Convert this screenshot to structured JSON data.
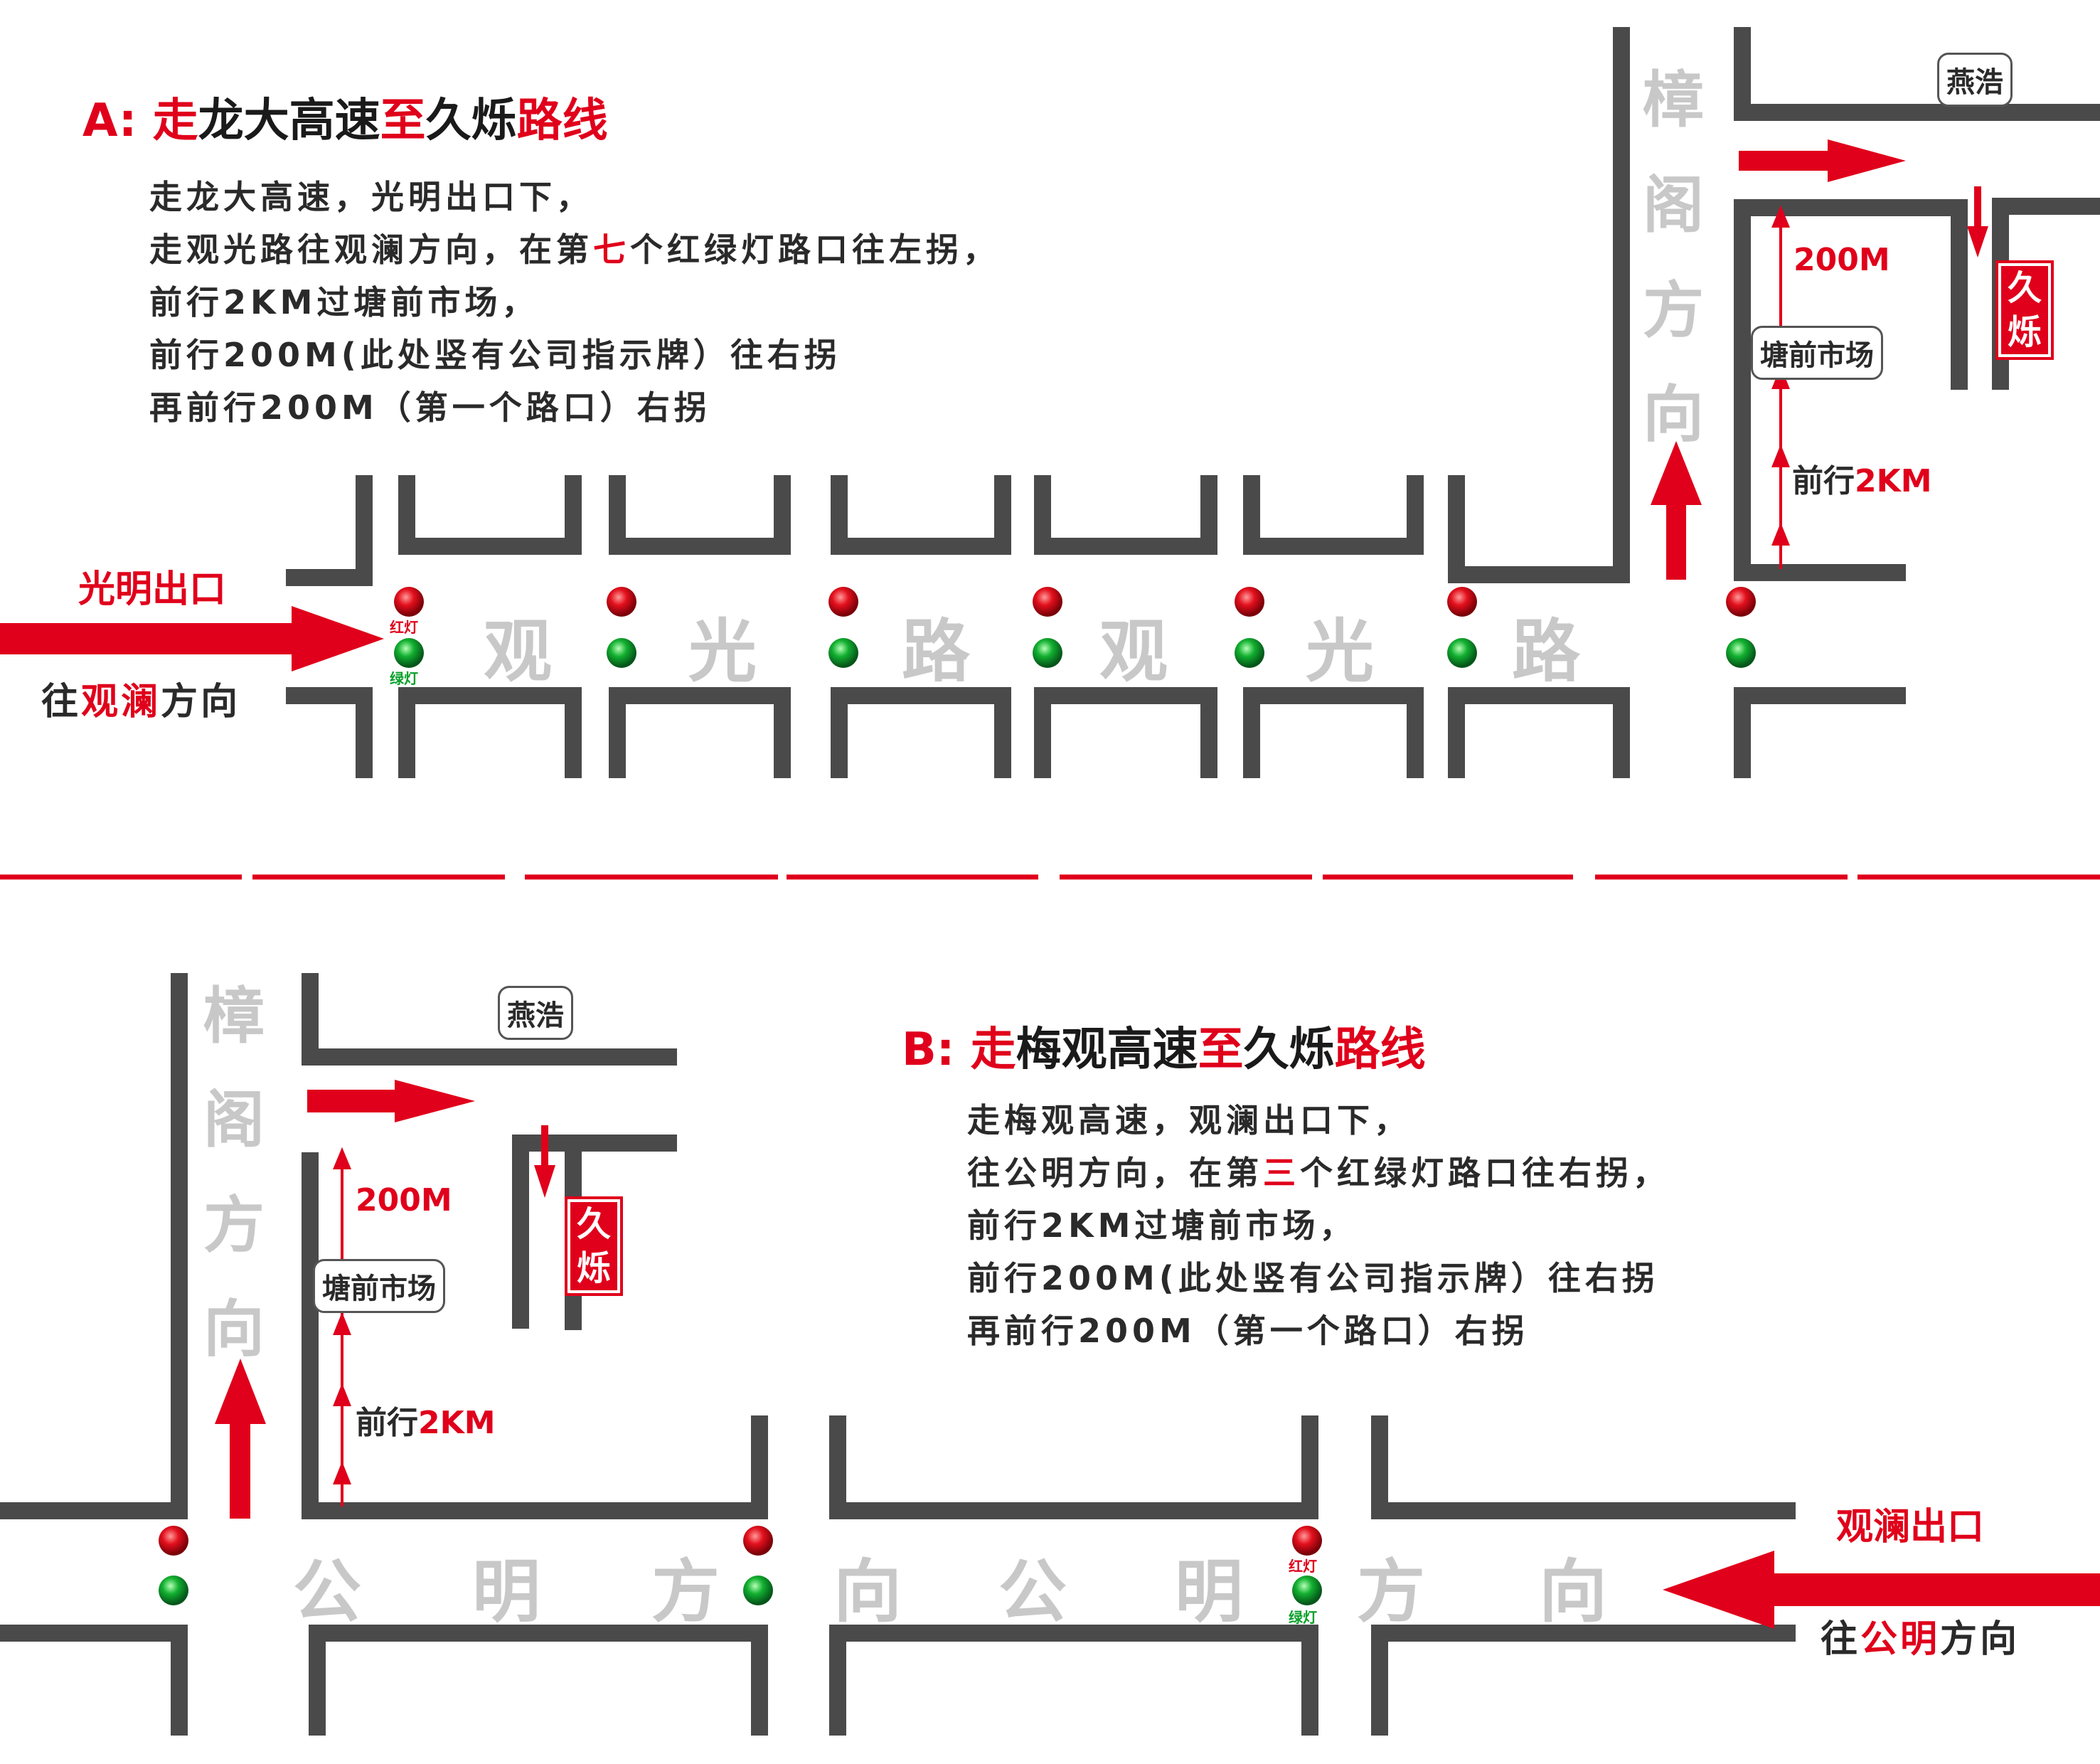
{
  "route_a": {
    "title_parts": [
      "A: ",
      "走",
      "龙大高速",
      "至",
      "久烁",
      "路线"
    ],
    "lines": [
      [
        "走龙大高速，光明出口下，"
      ],
      [
        "走观光路往观澜方向，在第",
        "七",
        "个红绿灯路口往左拐，"
      ],
      [
        "前行2KM过塘前市场，"
      ],
      [
        "前行200M(此处竖有公司指示牌）往右拐"
      ],
      [
        "再前行200M（第一个路口）右拐"
      ]
    ],
    "entry_label": "光明出口",
    "direction_parts": [
      "往",
      "观澜",
      "方向"
    ],
    "road_chars": [
      "观",
      "光",
      "路",
      "观",
      "光",
      "路"
    ],
    "red_light": "红灯",
    "green_light": "绿灯",
    "side_road_chars": [
      "樟",
      "阁",
      "方",
      "向"
    ],
    "box_yanhao": "燕浩",
    "box_market": "塘前市场",
    "dist_200": "200M",
    "dist_2km_parts": [
      "前行",
      "2KM"
    ],
    "dest": [
      "久",
      "烁"
    ]
  },
  "route_b": {
    "title_parts": [
      "B: ",
      "走",
      "梅观高速",
      "至",
      "久烁",
      "路线"
    ],
    "lines": [
      [
        "走梅观高速，观澜出口下，"
      ],
      [
        "往公明方向，在第",
        "三",
        "个红绿灯路口往右拐，"
      ],
      [
        "前行2KM过塘前市场，"
      ],
      [
        "前行200M(此处竖有公司指示牌）往右拐"
      ],
      [
        "再前行200M（第一个路口）右拐"
      ]
    ],
    "entry_label": "观澜出口",
    "direction_parts": [
      "往",
      "公明",
      "方向"
    ],
    "road_chars": [
      "公",
      "明",
      "方",
      "向",
      "公",
      "明",
      "方",
      "向"
    ],
    "red_light": "红灯",
    "green_light": "绿灯",
    "side_road_chars": [
      "樟",
      "阁",
      "方",
      "向"
    ],
    "box_yanhao": "燕浩",
    "box_market": "塘前市场",
    "dist_200": "200M",
    "dist_2km_parts": [
      "前行",
      "2KM"
    ],
    "dest": [
      "久",
      "烁"
    ]
  },
  "colors": {
    "road": "#4a4a4a",
    "accent": "#e0001b",
    "road_text": "#c8c8c8",
    "light_red": "#d4001a",
    "light_green": "#0aa02a"
  }
}
